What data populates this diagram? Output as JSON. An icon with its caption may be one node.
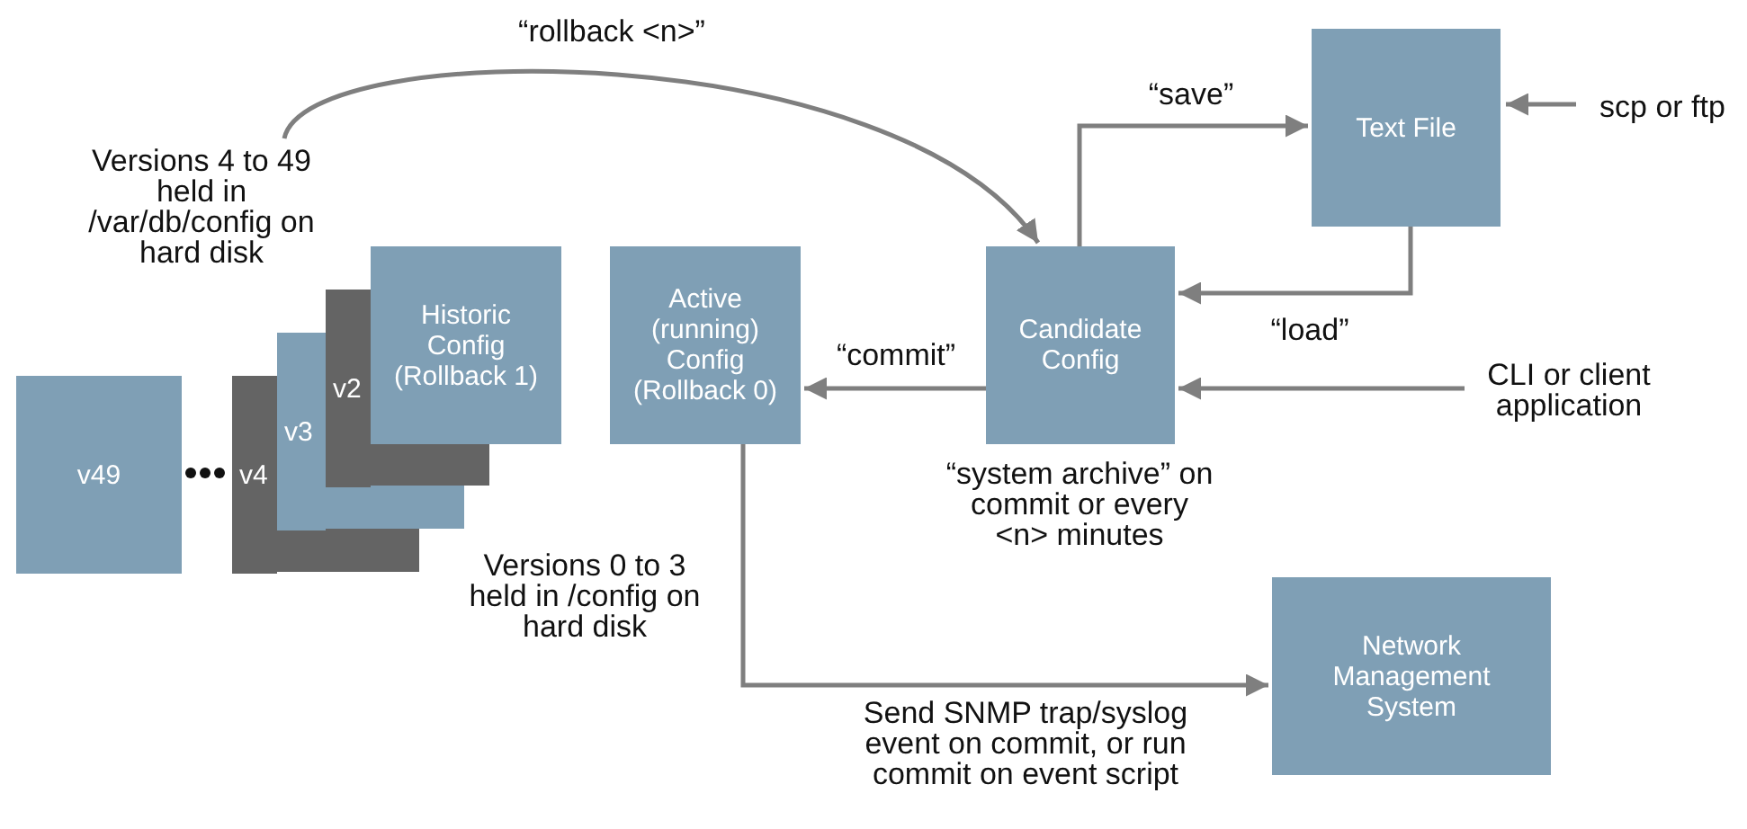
{
  "diagram": {
    "nodes": [
      {
        "text": [
          "v49"
        ]
      },
      {
        "text": [
          "v4"
        ]
      },
      {
        "text": [
          "v3"
        ]
      },
      {
        "text": [
          "v2"
        ]
      },
      {
        "text": [
          "Historic Config (Rollback 1)"
        ]
      },
      {
        "text": [
          "Active (running) Config (Rollback 0)"
        ]
      },
      {
        "text": [
          "Candidate Config"
        ]
      },
      {
        "text": [
          "Text File"
        ]
      },
      {
        "text": [
          "Network Management System"
        ]
      },
      {
        "text": [
          "Versions 4 to 49 held in /var/db/config on hard disk"
        ]
      },
      {
        "text": [
          "scp or ftp"
        ]
      },
      {
        "text": [
          "CLI or client application"
        ]
      }
    ],
    "edges": [
      {
        "from": 9,
        "to": 6,
        "arrow": "to",
        "label": "“rollback <n>”"
      },
      {
        "from": 6,
        "to": 7,
        "arrow": "to",
        "label": "“save”"
      },
      {
        "from": 7,
        "to": 6,
        "arrow": "to",
        "label": "“load”"
      },
      {
        "from": 10,
        "to": 7,
        "arrow": "to"
      },
      {
        "from": 11,
        "to": 6,
        "arrow": "to"
      },
      {
        "from": 6,
        "to": 5,
        "arrow": "to",
        "label": "“commit”"
      },
      {
        "from": 5,
        "to": 8,
        "arrow": "to",
        "label": "Send SNMP trap/syslog event on commit, or run commit on event script"
      }
    ],
    "labels": [
      "“system archive” on commit or every <n> minutes",
      "Versions 0 to 3 held in /config on hard disk"
    ]
  }
}
